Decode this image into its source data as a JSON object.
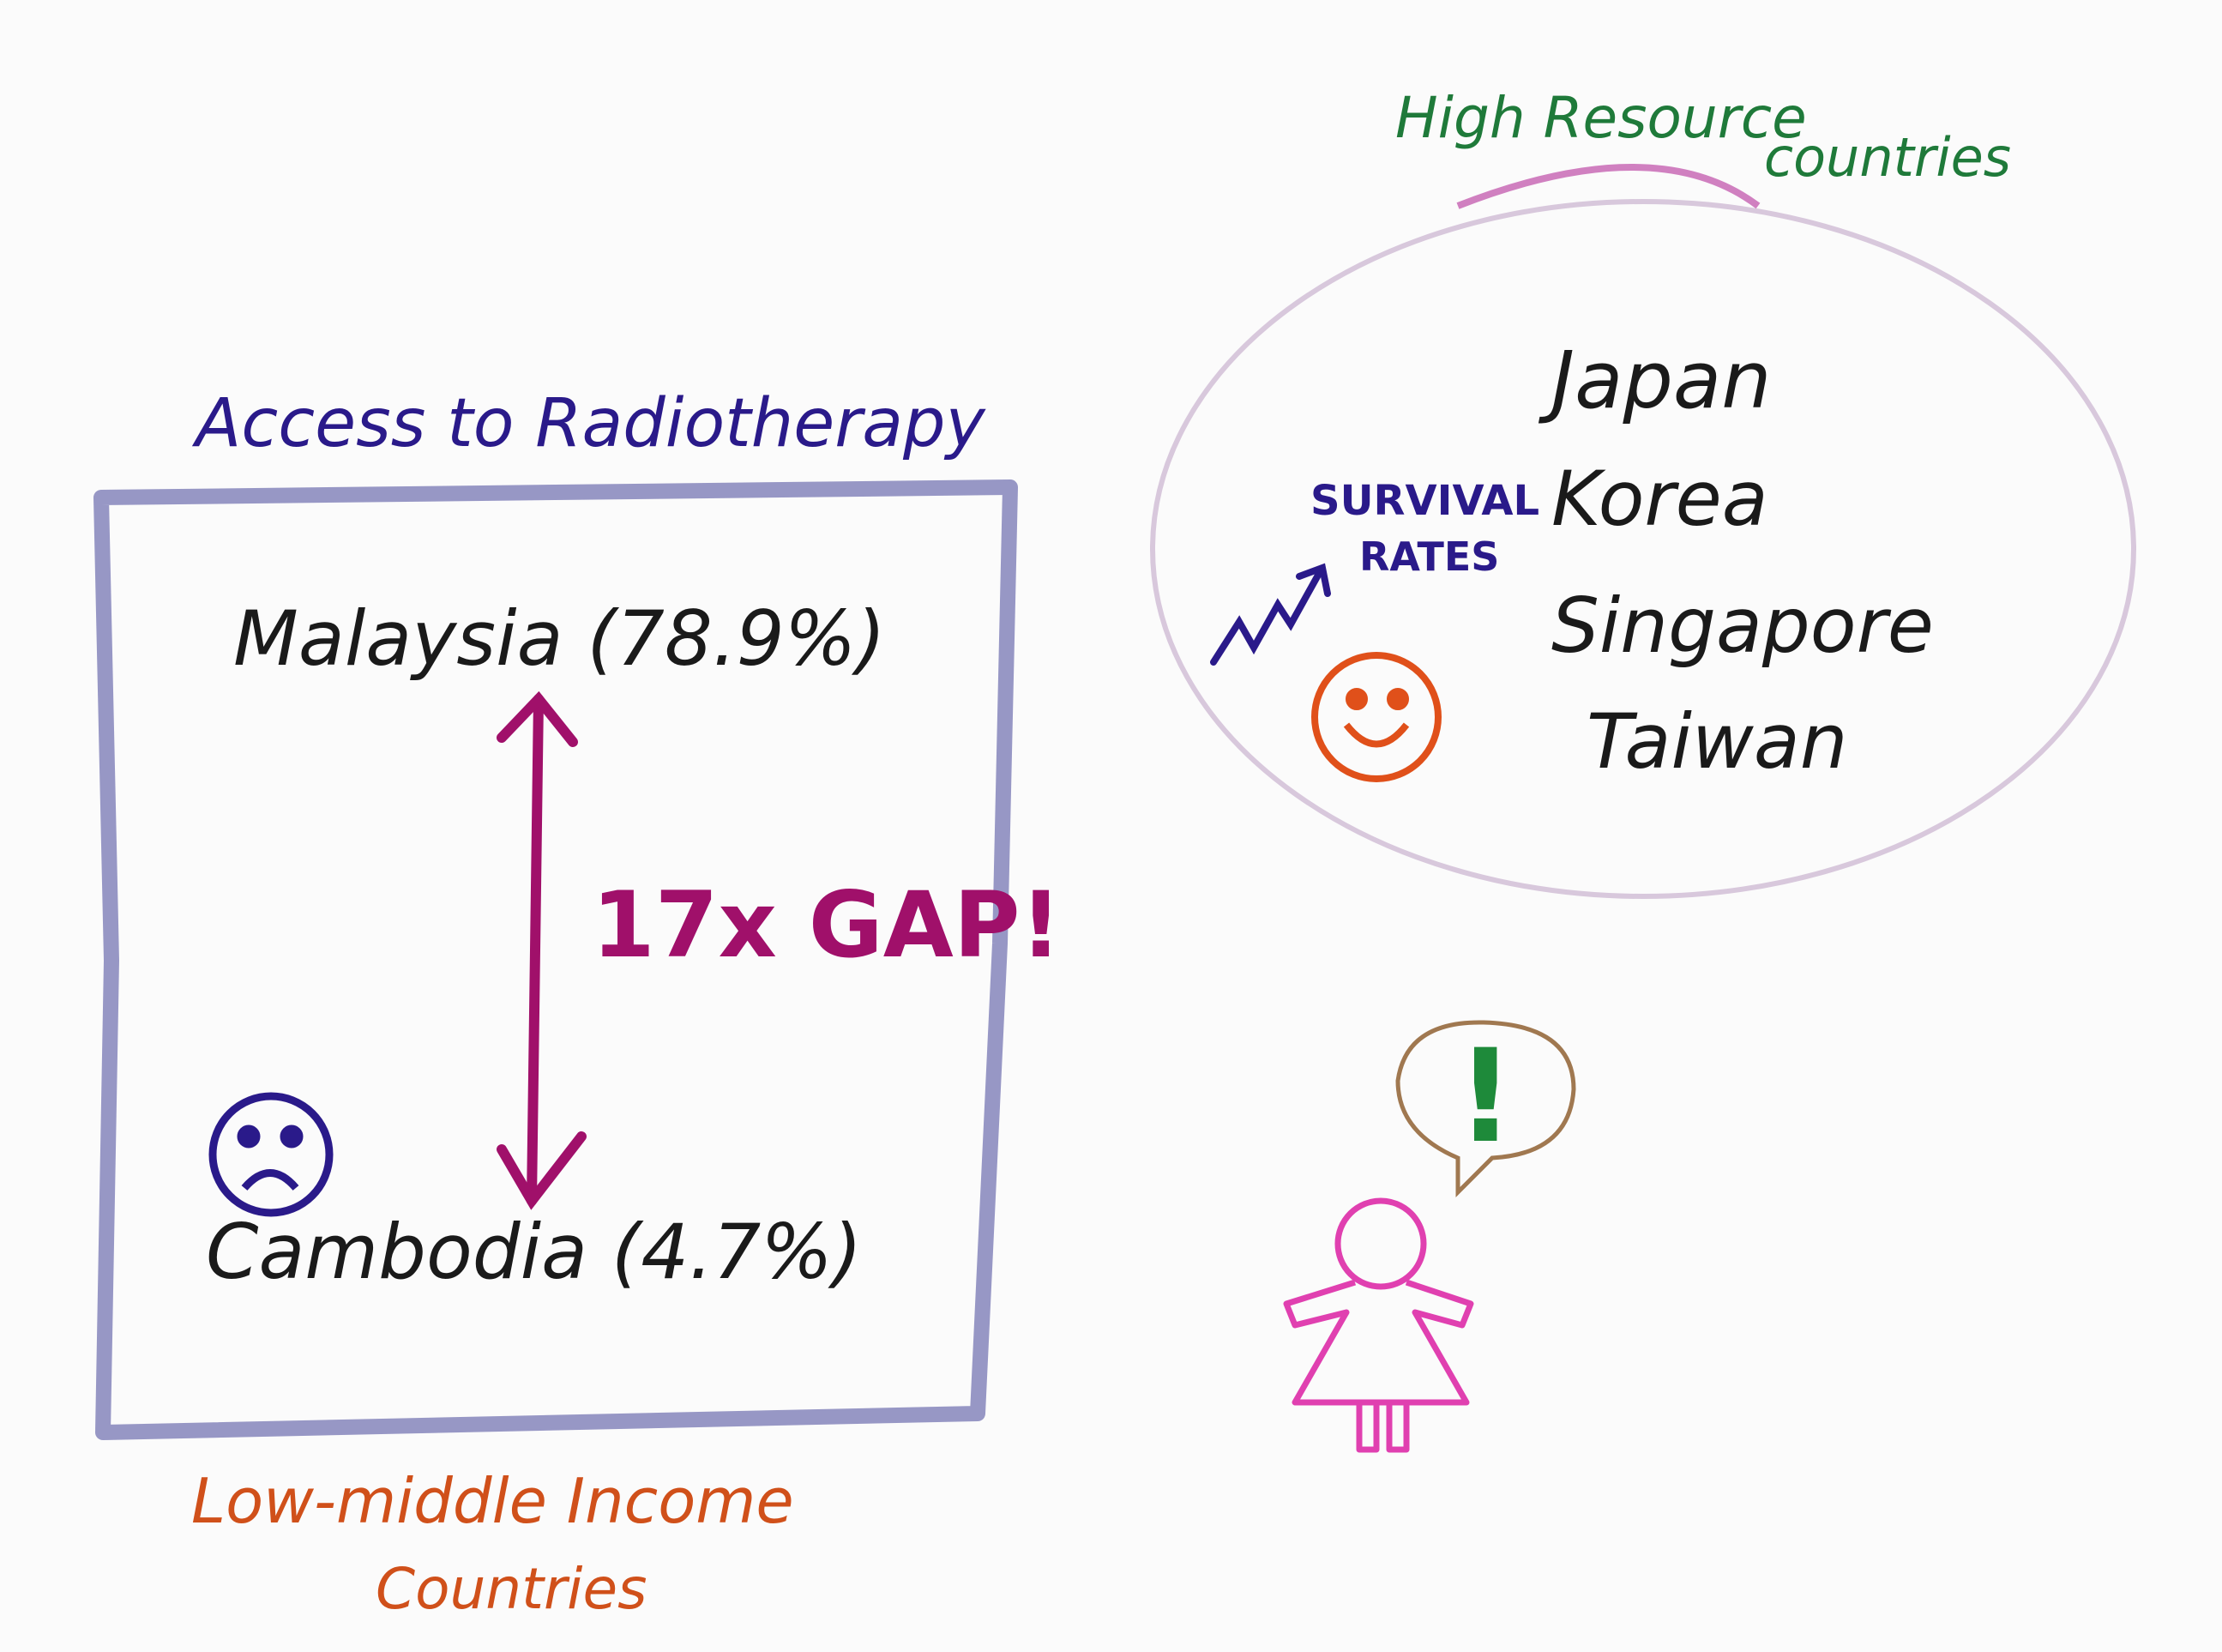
{
  "left_panel": {
    "title": "Access to Radiotherapy",
    "top_country": "Malaysia (78.9%)",
    "bottom_country": "Cambodia (4.7%)",
    "gap_label": "17x GAP!",
    "caption_line1": "Low-middle Income",
    "caption_line2": "Countries"
  },
  "right_panel": {
    "caption_line1": "High Resource",
    "caption_line2": "countries",
    "countries": [
      "Japan",
      "Korea",
      "Singapore",
      "Taiwan"
    ],
    "survival_line1": "SURVIVAL",
    "survival_line2": "RATES"
  },
  "person": {
    "exclamation": "!"
  },
  "colors": {
    "box": "#8c8cbf",
    "title": "#2a1a8a",
    "gap": "#a0106a",
    "low_income": "#d0501a",
    "high_resource": "#1f7a3a",
    "smiley": "#e0501a",
    "person": "#e040b0",
    "bubble": "#a07850",
    "exclamation": "#1e8a3a",
    "ellipse": "#d8c8dc"
  }
}
